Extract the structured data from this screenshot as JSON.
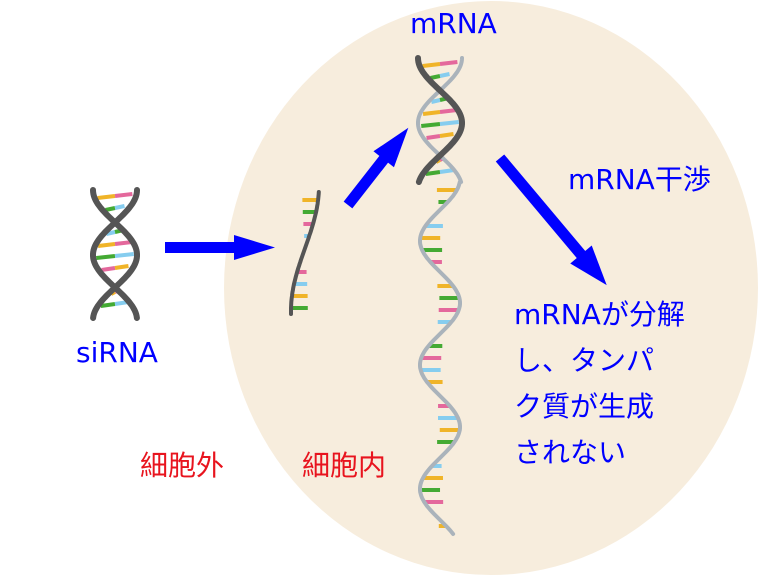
{
  "labels": {
    "mrna_top": "mRNA",
    "sirna": "siRNA",
    "interference": "mRNA干渉",
    "outcome_lines": [
      "mRNAが分解",
      "し、タンパ",
      "ク質が生成",
      "されない"
    ],
    "outside_cell": "細胞外",
    "inside_cell": "細胞内"
  },
  "colors": {
    "cell": "#f7eddd",
    "arrow": "#0000ff",
    "label_blue": "#0000ff",
    "label_red": "#e8141e",
    "strand_dark": "#555555",
    "strand_light": "#aab3bb",
    "bases": [
      "#f0b428",
      "#44aa33",
      "#e4689c",
      "#86cdef"
    ]
  }
}
